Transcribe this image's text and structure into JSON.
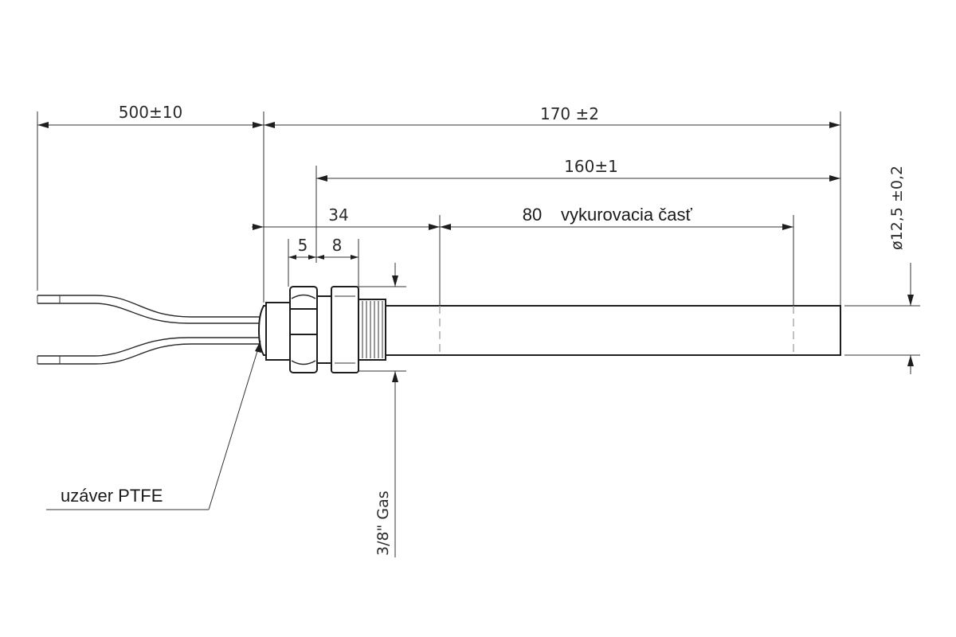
{
  "dimensions": {
    "lead_length": "500±10",
    "total_length": "170 ±2",
    "rod_length": "160±1",
    "fitting_length": "34",
    "nut_width": "5",
    "collar_width": "8",
    "heating_part_length": "80",
    "heating_part_label": "vykurovacia časť",
    "diameter": "ø12,5 ±0,2",
    "thread": "3/8\" Gas"
  },
  "callouts": {
    "seal": "uzáver PTFE"
  }
}
